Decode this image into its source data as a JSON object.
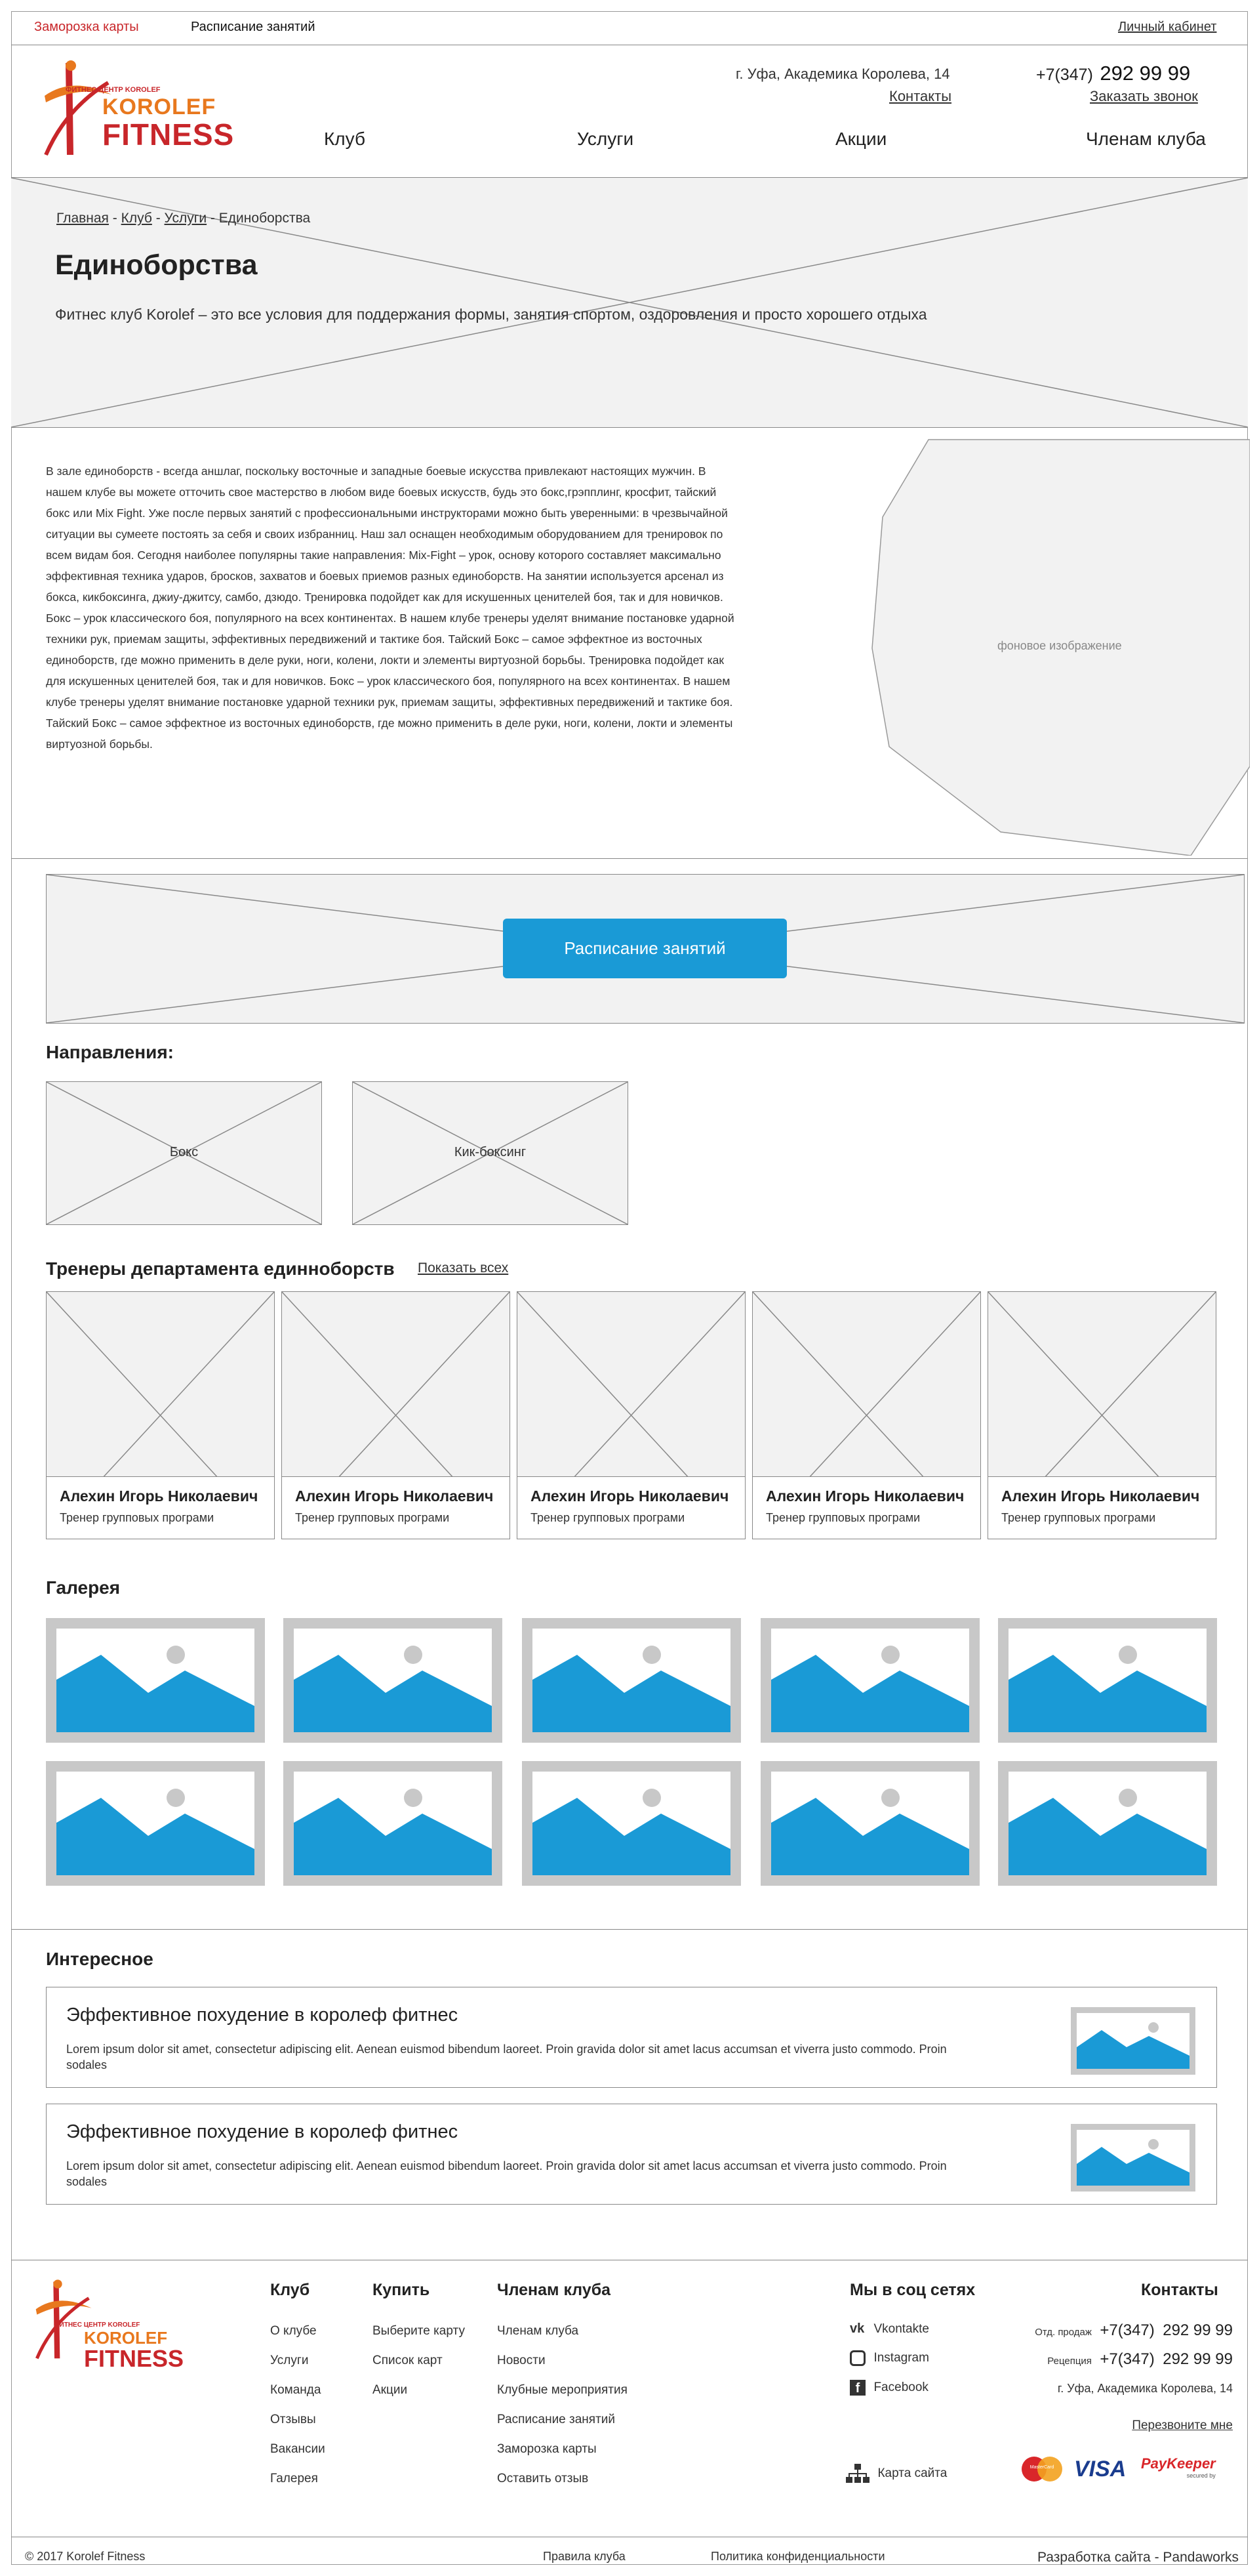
{
  "topbar": {
    "freeze": "Заморозка карты",
    "schedule": "Расписание занятий",
    "cabinet": "Личный кабинет"
  },
  "header": {
    "logo_small": "ФИТНЕС ЦЕНТР KOROLEF",
    "logo_line1": "KOROLEF",
    "logo_line2": "FITNESS",
    "address": "г. Уфа, Академика Королева, 14",
    "contacts": "Контакты",
    "phone_prefix": "+7(347)",
    "phone_number": "292 99 99",
    "callback": "Заказать звонок",
    "nav": [
      "Клуб",
      "Услуги",
      "Акции",
      "Членам клуба"
    ]
  },
  "hero": {
    "breadcrumb": [
      "Главная",
      "Клуб",
      "Услуги",
      "Единоборства"
    ],
    "title": "Единоборства",
    "subtitle": "Фитнес клуб Korolef – это все условия для поддержания формы, занятия спортом, оздоровления и просто хорошего отдыха"
  },
  "intro": {
    "paragraph": "В зале единоборств - всегда аншлаг, поскольку восточные и западные боевые искусства привлекают настоящих мужчин. В нашем клубе вы можете отточить свое мастерство в любом виде боевых искусств, будь это бокс,грэпплинг, кросфит, тайский бокс или Mix Fight. Уже после первых занятий с профессиональными инструкторами можно быть уверенными: в чрезвычайной ситуации вы сумеете постоять за себя и своих избранниц. Наш зал оснащен необходимым оборудованием для тренировок по всем видам боя. Сегодня наиболее популярны такие направления: Mix-Fight – урок, основу которого составляет максимально эффективная техника ударов, бросков, захватов и боевых приемов разных единоборств. На занятии используется арсенал из бокса, кикбоксинга, джиу-джитсу, самбо, дзюдо. Тренировка подойдет как для искушенных ценителей боя, так и для новичков. Бокс – урок классического боя, популярного на всех континентах. В нашем клубе тренеры уделят внимание постановке ударной техники рук, приемам защиты, эффективных передвижений и тактике боя. Тайский Бокс – самое эффектное из восточных единоборств, где можно применить в деле руки, ноги, колени, локти и элементы виртуозной борьбы.  Тренировка подойдет как для искушенных ценителей боя, так и для новичков. Бокс – урок классического боя, популярного на всех континентах. В нашем клубе тренеры уделят внимание постановке ударной техники рук, приемам защиты, эффективных передвижений и тактике боя. Тайский Бокс – самое эффектное из восточных единоборств, где можно применить в деле руки, ноги, колени, локти и элементы виртуозной борьбы.",
    "bg_label": "фоновое изображение"
  },
  "schedule_button": "Расписание занятий",
  "directions": {
    "title": "Направления:",
    "items": [
      "Бокс",
      "Кик-боксинг"
    ]
  },
  "trainers": {
    "title": "Тренеры департамента единноборств",
    "show_all": "Показать всех",
    "items": [
      {
        "name": "Алехин Игорь Николаевич",
        "role": "Тренер групповых програми"
      },
      {
        "name": "Алехин Игорь Николаевич",
        "role": "Тренер групповых програми"
      },
      {
        "name": "Алехин Игорь Николаевич",
        "role": "Тренер групповых програми"
      },
      {
        "name": "Алехин Игорь Николаевич",
        "role": "Тренер групповых програми"
      },
      {
        "name": "Алехин Игорь Николаевич",
        "role": "Тренер групповых програми"
      }
    ]
  },
  "gallery": {
    "title": "Галерея",
    "image_icon": "image-placeholder-icon",
    "accent": "#1a9ad6"
  },
  "interesting": {
    "title": "Интересное",
    "items": [
      {
        "title": "Эффективное похудение в королеф фитнес",
        "text": "Lorem ipsum dolor sit amet, consectetur adipiscing elit. Aenean euismod bibendum laoreet. Proin gravida dolor sit amet lacus accumsan et viverra justo commodo. Proin sodales"
      },
      {
        "title": "Эффективное похудение в королеф фитнес",
        "text": "Lorem ipsum dolor sit amet, consectetur adipiscing elit. Aenean euismod bibendum laoreet. Proin gravida dolor sit amet lacus accumsan et viverra justo commodo. Proin sodales"
      }
    ]
  },
  "footer": {
    "club": {
      "title": "Клуб",
      "links": [
        "О клубе",
        "Услуги",
        "Команда",
        "Отзывы",
        "Вакансии",
        "Галерея"
      ]
    },
    "buy": {
      "title": "Купить",
      "links": [
        "Выберите карту",
        "Список карт",
        "Акции"
      ]
    },
    "members": {
      "title": "Членам клуба",
      "links": [
        "Членам клуба",
        "Новости",
        "Клубные мероприятия",
        "Расписание занятий",
        "Заморозка карты",
        "Оставить отзыв"
      ]
    },
    "social": {
      "title": "Мы в соц сетях",
      "links": [
        "Vkontakte",
        "Instagram",
        "Facebook"
      ]
    },
    "sitemap": "Карта сайта",
    "contacts": {
      "title": "Контакты",
      "sales_label": "Отд. продаж",
      "reception_label": "Рецепция",
      "phone_prefix": "+7(347)",
      "phone_number": "292 99 99",
      "address": "г. Уфа, Академика Королева, 14",
      "callback": "Перезвоните мне"
    },
    "payments": [
      "MasterCard",
      "VISA",
      "PayKeeper"
    ],
    "paykeeper_sub": "secured by",
    "copyright": "© 2017  Korolef Fitness",
    "rules": "Правила клуба",
    "privacy": "Политика конфиденциальности",
    "dev": "Разработка сайта - Pandaworks"
  },
  "colors": {
    "red": "#c8262a",
    "orange": "#e8781e",
    "blue": "#1a9ad6",
    "gray_bg": "#f2f2f2"
  }
}
